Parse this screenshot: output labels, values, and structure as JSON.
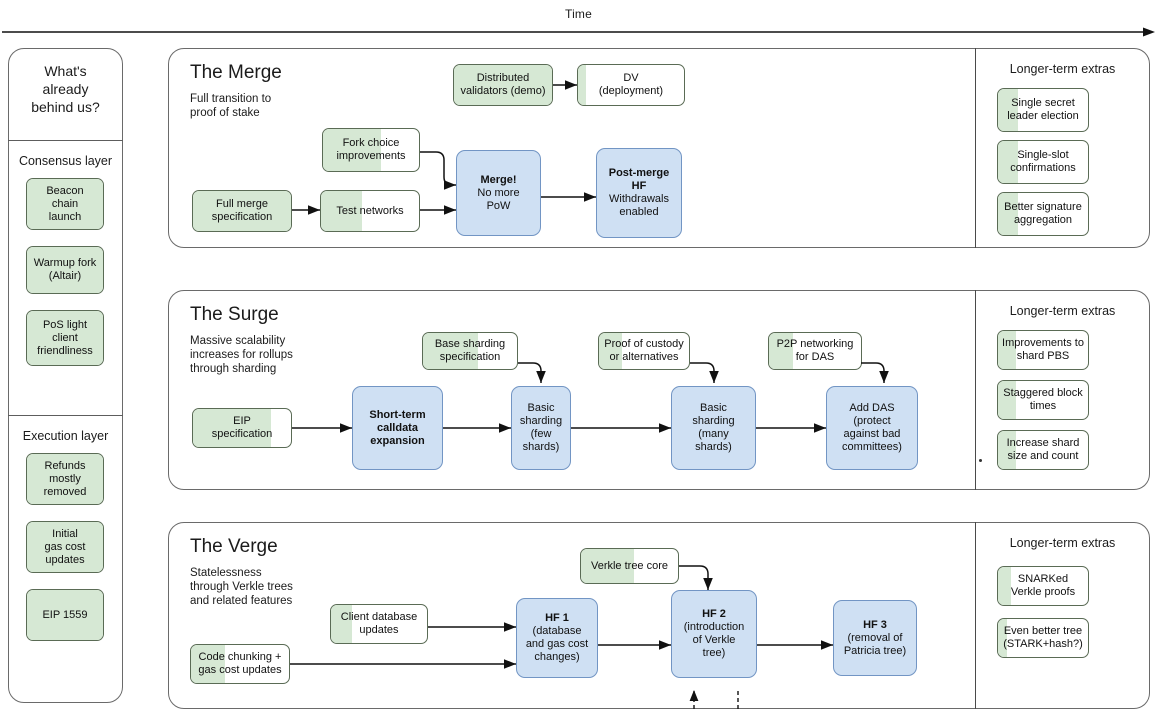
{
  "timeline": {
    "label": "Time",
    "arrow_icon": "right-arrow-icon"
  },
  "sidebar": {
    "title": "What's\nalready\nbehind us?",
    "title_lines": [
      "What's",
      "already",
      "behind us?"
    ],
    "groups": [
      {
        "heading": "Consensus layer",
        "items": [
          {
            "label_lines": [
              "Beacon",
              "chain",
              "launch"
            ],
            "fill_pct": 100
          },
          {
            "label_lines": [
              "Warmup fork",
              "(Altair)"
            ],
            "fill_pct": 100
          },
          {
            "label_lines": [
              "PoS light",
              "client",
              "friendliness"
            ],
            "fill_pct": 100
          }
        ]
      },
      {
        "heading": "Execution layer",
        "items": [
          {
            "label_lines": [
              "Refunds",
              "mostly",
              "removed"
            ],
            "fill_pct": 100
          },
          {
            "label_lines": [
              "Initial",
              "gas cost",
              "updates"
            ],
            "fill_pct": 100
          },
          {
            "label_lines": [
              "EIP 1559"
            ],
            "fill_pct": 100
          }
        ]
      }
    ]
  },
  "sections": [
    {
      "id": "merge",
      "title": "The Merge",
      "subtitle_lines": [
        "Full transition to",
        "proof of stake"
      ],
      "extras_title": "Longer-term extras",
      "nodes": [
        {
          "id": "dist-validators",
          "label_lines": [
            "Distributed",
            "validators (demo)"
          ],
          "kind": "green",
          "fill_pct": 100
        },
        {
          "id": "dv-deployment",
          "label_lines": [
            "DV",
            "(deployment)"
          ],
          "kind": "green",
          "fill_pct": 8
        },
        {
          "id": "fork-choice",
          "label_lines": [
            "Fork choice",
            "improvements"
          ],
          "kind": "green",
          "fill_pct": 60
        },
        {
          "id": "full-merge-spec",
          "label_lines": [
            "Full merge",
            "specification"
          ],
          "kind": "green",
          "fill_pct": 100
        },
        {
          "id": "test-networks",
          "label_lines": [
            "Test networks"
          ],
          "kind": "green",
          "fill_pct": 42
        },
        {
          "id": "merge",
          "label_lines": [
            "Merge!",
            "No more",
            "PoW"
          ],
          "bold_lines": [
            0
          ],
          "kind": "blue"
        },
        {
          "id": "post-merge-hf",
          "label_lines": [
            "Post-merge",
            "HF",
            "Withdrawals",
            "enabled"
          ],
          "bold_lines": [
            0,
            1
          ],
          "kind": "blue"
        }
      ],
      "extras": [
        {
          "label_lines": [
            "Single secret",
            "leader election"
          ],
          "fill_pct": 22
        },
        {
          "label_lines": [
            "Single-slot",
            "confirmations"
          ],
          "fill_pct": 22
        },
        {
          "label_lines": [
            "Better signature",
            "aggregation"
          ],
          "fill_pct": 22
        }
      ]
    },
    {
      "id": "surge",
      "title": "The Surge",
      "subtitle_lines": [
        "Massive scalability",
        "increases for rollups",
        "through sharding"
      ],
      "extras_title": "Longer-term extras",
      "nodes": [
        {
          "id": "base-sharding-spec",
          "label_lines": [
            "Base sharding",
            "specification"
          ],
          "kind": "green",
          "fill_pct": 58
        },
        {
          "id": "proof-of-custody",
          "label_lines": [
            "Proof of custody",
            "or alternatives"
          ],
          "kind": "green",
          "fill_pct": 26
        },
        {
          "id": "p2p-networking",
          "label_lines": [
            "P2P networking",
            "for DAS"
          ],
          "kind": "green",
          "fill_pct": 26
        },
        {
          "id": "eip-specification",
          "label_lines": [
            "EIP",
            "specification"
          ],
          "kind": "green",
          "fill_pct": 80
        },
        {
          "id": "short-term-calldata",
          "label_lines": [
            "Short-term",
            "calldata",
            "expansion"
          ],
          "bold_lines": [
            0,
            1,
            2
          ],
          "kind": "blue"
        },
        {
          "id": "basic-sharding-few",
          "label_lines": [
            "Basic",
            "sharding",
            "(few shards)"
          ],
          "kind": "blue"
        },
        {
          "id": "basic-sharding-many",
          "label_lines": [
            "Basic",
            "sharding",
            "(many",
            "shards)"
          ],
          "kind": "blue"
        },
        {
          "id": "add-das",
          "label_lines": [
            "Add DAS",
            "(protect",
            "against bad",
            "committees)"
          ],
          "kind": "blue"
        }
      ],
      "extras": [
        {
          "label_lines": [
            "Improvements to",
            "shard PBS"
          ],
          "fill_pct": 20
        },
        {
          "label_lines": [
            "Staggered block",
            "times"
          ],
          "fill_pct": 20
        },
        {
          "label_lines": [
            "Increase shard",
            "size and count"
          ],
          "fill_pct": 20
        }
      ]
    },
    {
      "id": "verge",
      "title": "The Verge",
      "subtitle_lines": [
        "Statelessness",
        "through Verkle trees",
        "and related features"
      ],
      "extras_title": "Longer-term extras",
      "nodes": [
        {
          "id": "verkle-tree-core",
          "label_lines": [
            "Verkle tree core"
          ],
          "kind": "green",
          "fill_pct": 55
        },
        {
          "id": "client-database-updates",
          "label_lines": [
            "Client database",
            "updates"
          ],
          "kind": "green",
          "fill_pct": 22
        },
        {
          "id": "code-chunking",
          "label_lines": [
            "Code chunking +",
            "gas cost updates"
          ],
          "kind": "green",
          "fill_pct": 35
        },
        {
          "id": "hf1",
          "label_lines": [
            "HF 1",
            "(database",
            "and gas cost",
            "changes)"
          ],
          "bold_lines": [
            0
          ],
          "kind": "blue"
        },
        {
          "id": "hf2",
          "label_lines": [
            "HF 2",
            "(introduction",
            "of Verkle",
            "tree)"
          ],
          "bold_lines": [
            0
          ],
          "kind": "blue"
        },
        {
          "id": "hf3",
          "label_lines": [
            "HF 3",
            "(removal of",
            "Patricia tree)"
          ],
          "bold_lines": [
            0
          ],
          "kind": "blue"
        }
      ],
      "extras": [
        {
          "label_lines": [
            "SNARKed",
            "Verkle proofs"
          ],
          "fill_pct": 14
        },
        {
          "label_lines": [
            "Even better tree",
            "(STARK+hash?)"
          ],
          "fill_pct": 10
        }
      ]
    }
  ],
  "colors": {
    "green_fill": "#d6e8d4",
    "green_border": "#5a6b55",
    "blue_fill": "#cfe0f3",
    "blue_border": "#7295c4",
    "panel_border": "#6a6a6a",
    "text": "#1b1b1b"
  }
}
